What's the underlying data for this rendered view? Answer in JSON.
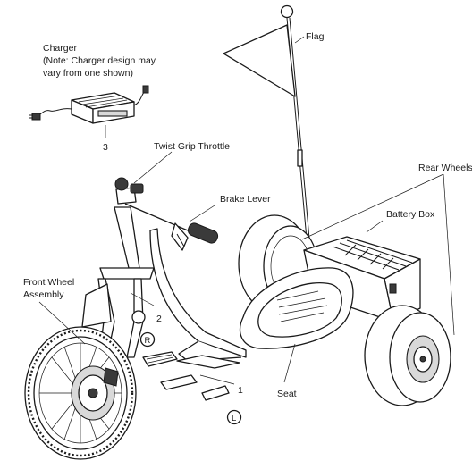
{
  "labels": {
    "charger_title": "Charger",
    "charger_note_1": "(Note: Charger design may",
    "charger_note_2": "vary from one shown)",
    "flag": "Flag",
    "twist_grip_throttle": "Twist Grip Throttle",
    "brake_lever": "Brake Lever",
    "rear_wheels": "Rear Wheels",
    "battery_box": "Battery Box",
    "front_wheel_1": "Front Wheel",
    "front_wheel_2": "Assembly",
    "seat": "Seat"
  },
  "callout_numbers": {
    "charger": "3",
    "fork": "2",
    "footrest": "1"
  },
  "side_markers": {
    "right": "R",
    "left": "L"
  }
}
